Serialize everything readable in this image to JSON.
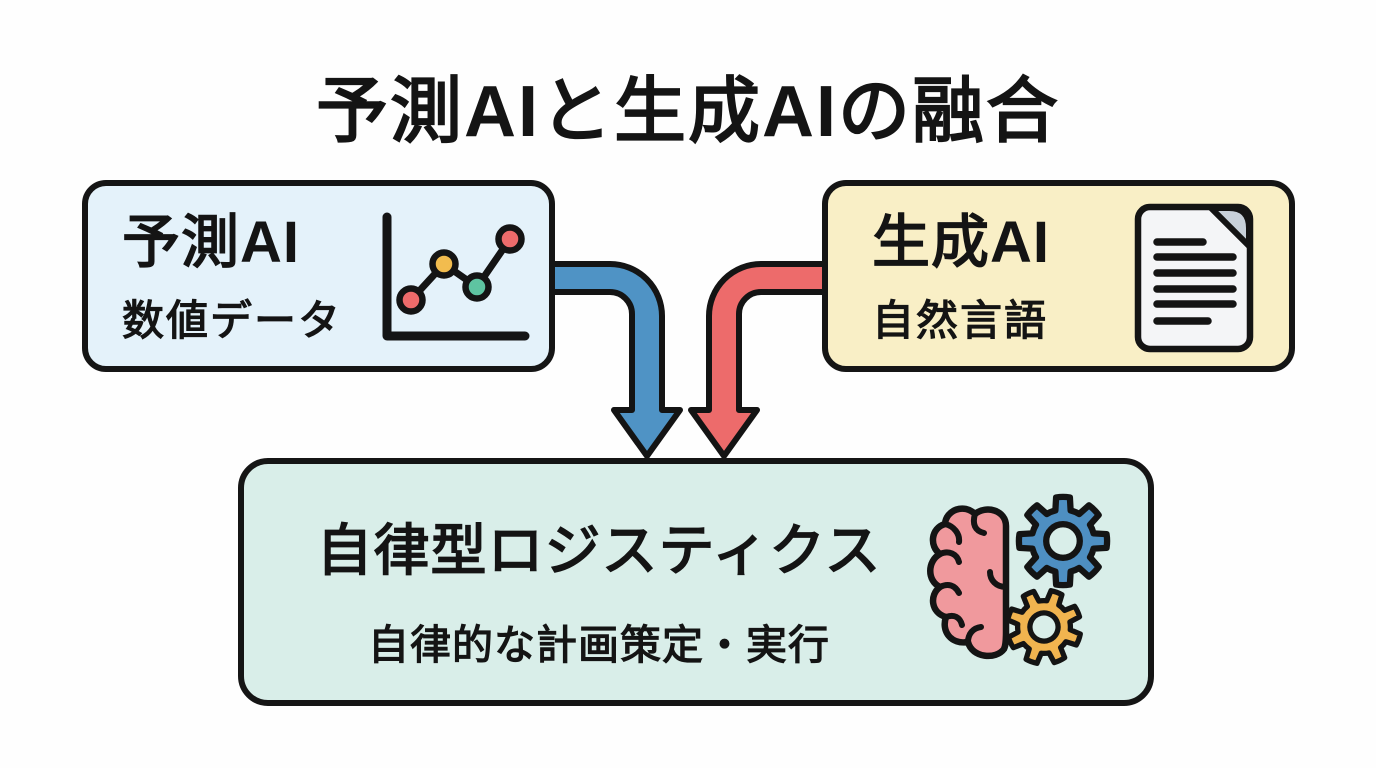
{
  "title": "予測AIと生成AIの融合",
  "boxes": {
    "predictive": {
      "title": "予測AI",
      "subtitle": "数値データ",
      "icon": "line-chart-icon"
    },
    "generative": {
      "title": "生成AI",
      "subtitle": "自然言語",
      "icon": "document-icon"
    },
    "autonomous": {
      "title": "自律型ロジスティクス",
      "subtitle": "自律的な計画策定・実行",
      "icon": "brain-gears-icon"
    }
  },
  "arrows": {
    "predictive_to_autonomous": {
      "from": "予測AI",
      "to": "自律型ロジスティクス",
      "color": "#4f93c5"
    },
    "generative_to_autonomous": {
      "from": "生成AI",
      "to": "自律型ロジスティクス",
      "color": "#ed6b6b"
    }
  },
  "colors": {
    "background": "#fefefe",
    "outline": "#151515",
    "title_text": "#141414",
    "predictive_box_fill": "#e4f2fa",
    "generative_box_fill": "#f9efc6",
    "autonomous_box_fill": "#d9eee9",
    "predictive_arrow": "#4f93c5",
    "generative_arrow": "#ed6b6b",
    "chart_dot_red": "#ed6b6b",
    "chart_dot_yellow": "#f2bc4e",
    "chart_dot_teal": "#5ec4a1",
    "gear_blue": "#4e8fc2",
    "gear_yellow": "#f1b44f",
    "brain_pink": "#f0999d",
    "document_page_fill": "#f4f5f7",
    "document_fold_fill": "#c8d1da"
  }
}
